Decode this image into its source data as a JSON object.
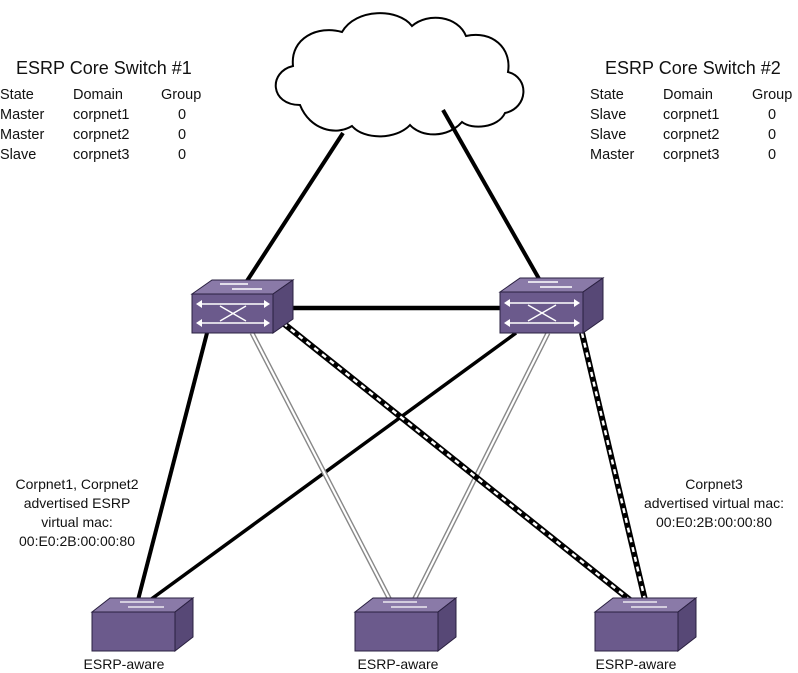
{
  "core_switch_1": {
    "title": "ESRP Core Switch #1",
    "headers": [
      "State",
      "Domain",
      "Group"
    ],
    "rows": [
      [
        "Master",
        "corpnet1",
        "0"
      ],
      [
        "Master",
        "corpnet2",
        "0"
      ],
      [
        "Slave",
        "corpnet3",
        "0"
      ]
    ]
  },
  "core_switch_2": {
    "title": "ESRP Core Switch #2",
    "headers": [
      "State",
      "Domain",
      "Group"
    ],
    "rows": [
      [
        "Slave",
        "corpnet1",
        "0"
      ],
      [
        "Slave",
        "corpnet2",
        "0"
      ],
      [
        "Master",
        "corpnet3",
        "0"
      ]
    ]
  },
  "annotation_left": [
    "Corpnet1, Corpnet2",
    "advertised ESRP",
    "virtual mac:",
    "00:E0:2B:00:00:80"
  ],
  "annotation_right": [
    "Corpnet3",
    "advertised virtual mac:",
    "00:E0:2B:00:00:80"
  ],
  "edge_labels": [
    "ESRP-aware",
    "ESRP-aware",
    "ESRP-aware"
  ],
  "colors": {
    "switch_front": "#6b5a8c",
    "switch_top": "#8a7aa8",
    "switch_side": "#574876",
    "link_solid": "#000000",
    "link_light": "#bbbbbb"
  }
}
